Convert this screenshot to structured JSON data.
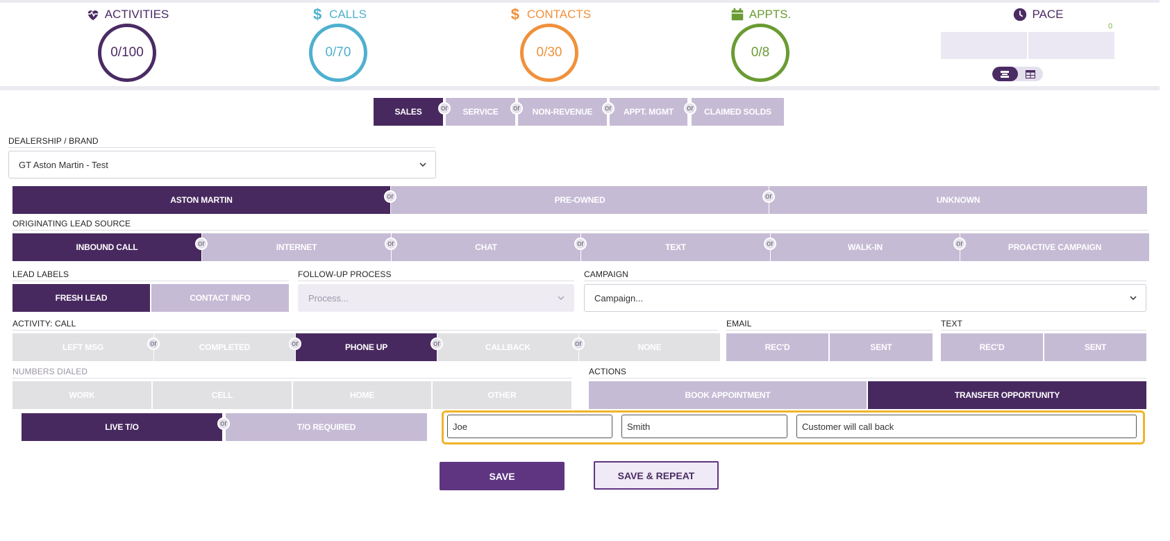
{
  "stats": {
    "activities": {
      "label": "ACTIVITIES",
      "value": "0/100",
      "color": "#4a2b63",
      "icon": "heartbeat-icon"
    },
    "calls": {
      "label": "CALLS",
      "value": "0/70",
      "color": "#4fb0cf",
      "icon": "dollar-icon"
    },
    "contacts": {
      "label": "CONTACTS",
      "value": "0/30",
      "color": "#f0913c",
      "icon": "dollar-icon"
    },
    "appts": {
      "label": "APPTS.",
      "value": "0/8",
      "color": "#6a9b33",
      "icon": "calendar-icon"
    },
    "pace": {
      "label": "PACE",
      "count": "0",
      "color": "#4a2b63",
      "icon": "clock-icon"
    }
  },
  "departments": [
    "SALES",
    "SERVICE",
    "NON-REVENUE",
    "APPT. MGMT",
    "CLAIMED SOLDS"
  ],
  "or_label": "or",
  "dealership": {
    "label": "DEALERSHIP / BRAND",
    "value": "GT Aston Martin - Test"
  },
  "brands": [
    "ASTON MARTIN",
    "PRE-OWNED",
    "UNKNOWN"
  ],
  "lead_source": {
    "label": "ORIGINATING LEAD SOURCE",
    "options": [
      "INBOUND CALL",
      "INTERNET",
      "CHAT",
      "TEXT",
      "WALK-IN",
      "PROACTIVE CAMPAIGN"
    ]
  },
  "lead_labels": {
    "label": "LEAD LABELS",
    "options": [
      "FRESH LEAD",
      "CONTACT INFO"
    ]
  },
  "follow_up": {
    "label": "FOLLOW-UP PROCESS",
    "placeholder": "Process..."
  },
  "campaign": {
    "label": "CAMPAIGN",
    "value": "Campaign..."
  },
  "activity": {
    "label": "ACTIVITY: CALL",
    "options": [
      "LEFT MSG",
      "COMPLETED",
      "PHONE UP",
      "CALLBACK",
      "NONE"
    ]
  },
  "email": {
    "label": "EMAIL",
    "options": [
      "REC'D",
      "SENT"
    ]
  },
  "text": {
    "label": "TEXT",
    "options": [
      "REC'D",
      "SENT"
    ]
  },
  "numbers_dialed": {
    "label": "NUMBERS DIALED",
    "options": [
      "WORK",
      "CELL",
      "HOME",
      "OTHER"
    ]
  },
  "actions": {
    "label": "ACTIONS",
    "options": [
      "BOOK APPOINTMENT",
      "TRANSFER OPPORTUNITY"
    ]
  },
  "transfer": {
    "options": [
      "LIVE T/O",
      "T/O REQUIRED"
    ]
  },
  "transfer_fields": {
    "first_name": "Joe",
    "last_name": "Smith",
    "note": "Customer will call back"
  },
  "buttons": {
    "save": "SAVE",
    "save_repeat": "SAVE & REPEAT"
  },
  "colors": {
    "primary": "#48295f",
    "inactive": "#c6bbd5",
    "grey": "#e1e0e3",
    "highlight": "#f0b429"
  }
}
